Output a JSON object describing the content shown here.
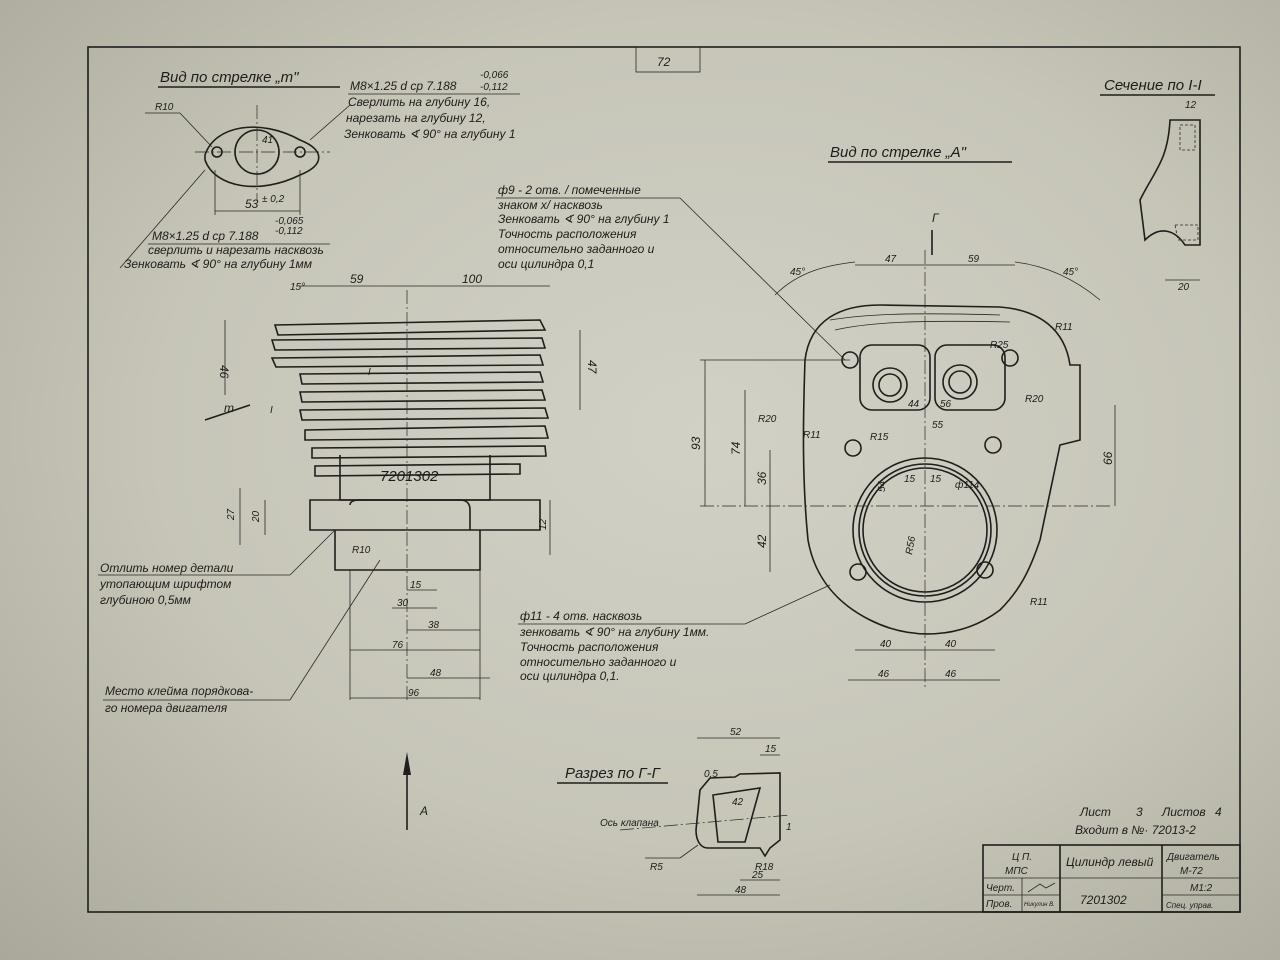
{
  "sheet": {
    "page_number": "72",
    "view_m": {
      "title": "Вид по стрелке „т\"",
      "note_top": [
        "M8×1.25  d ср 7.188",
        "Сверлить на глубину 16,",
        "нарезать на глубину 12,",
        "Зенковать ∢ 90° на глубину 1"
      ],
      "tol_top": [
        "-0,066",
        "-0,112"
      ],
      "note_bottom": [
        "M8×1.25  d ср 7.188",
        "сверлить и нарезать насквозь",
        "Зенковать ∢ 90° на глубину 1мм"
      ],
      "tol_bottom": [
        "-0,065",
        "-0,112"
      ],
      "dims": {
        "r10": "R10",
        "d41": "41",
        "d53": "53",
        "tol53": "± 0,2"
      }
    },
    "view_a": {
      "title": "Вид по стрелке „А\"",
      "note_holes9": [
        "ф9 - 2 отв. / помеченные",
        "знаком х/ насквозь",
        "Зенковать ∢ 90° на глубину 1",
        "Точность расположения",
        "относительно заданного и",
        "оси цилиндра 0,1"
      ],
      "note_holes11": [
        "ф11 - 4 отв. насквозь",
        "зенковать ∢ 90° на глубину 1мм.",
        "Точность расположения",
        "относительно заданного и",
        "оси цилиндра 0,1."
      ],
      "dims": {
        "a45l": "45°",
        "a47": "47",
        "a59": "59",
        "a45r": "45°",
        "r11a": "R11",
        "r25": "R25",
        "r20a": "R20",
        "r20b": "R20",
        "r11b": "R11",
        "r15": "R15",
        "d93": "93",
        "d74": "74",
        "d36": "36",
        "d42": "42",
        "d66": "66",
        "d55": "55",
        "d54": "54",
        "d15a": "15",
        "d15b": "15",
        "d114": "ф114",
        "r56": "R56",
        "r11c": "R11",
        "d40a": "40",
        "d40b": "40",
        "d46a": "46",
        "d46b": "46",
        "d44": "44",
        "d56": "56",
        "cut": "Г"
      }
    },
    "section_1": {
      "title": "Сечение по I-I",
      "dims": {
        "d12": "12",
        "d20": "20"
      }
    },
    "main_view": {
      "part_number": "7201302",
      "dims": {
        "a15": "15°",
        "d59": "59",
        "d100": "100",
        "d46": "46",
        "d47": "47",
        "d27": "27",
        "d20": "20",
        "d12": "12",
        "r10": "R10",
        "d15": "15",
        "d30": "30",
        "d38": "38",
        "d76": "76",
        "d48": "48",
        "d96": "96",
        "mark_m": "т",
        "mark_i1": "I",
        "mark_i2": "I"
      },
      "note_cast": [
        "Отлить номер детали",
        "утопающим шрифтом",
        "глубиною 0,5мм"
      ],
      "note_stamp": [
        "Место клейма порядкова-",
        "го номера двигателя"
      ]
    },
    "arrow_a": {
      "label": "А"
    },
    "section_g": {
      "title": "Разрез по Г-Г",
      "axis_label": "Ось клапана",
      "dims": {
        "d52": "52",
        "d15": "15",
        "d05": "0,5",
        "d42": "42",
        "d1": "1",
        "r5": "R5",
        "r18": "R18",
        "d25": "25",
        "d48": "48"
      }
    },
    "sheet_info": {
      "sheet_label": "Лист",
      "sheet_no": "3",
      "sheets_label": "Листов",
      "sheets_total": "4",
      "enters_in": "Входит в №· 72013-2"
    },
    "title_block": {
      "org": [
        "Ц П.",
        "МПС"
      ],
      "part_name": "Цилиндр левый",
      "product": [
        "Двигатель",
        "М-72"
      ],
      "drawn_label": "Черт.",
      "checked_label": "Пров.",
      "checker": "Никулин В.",
      "scale": "М1:2",
      "part_number": "7201302",
      "bureau": "Спец. управ."
    }
  }
}
